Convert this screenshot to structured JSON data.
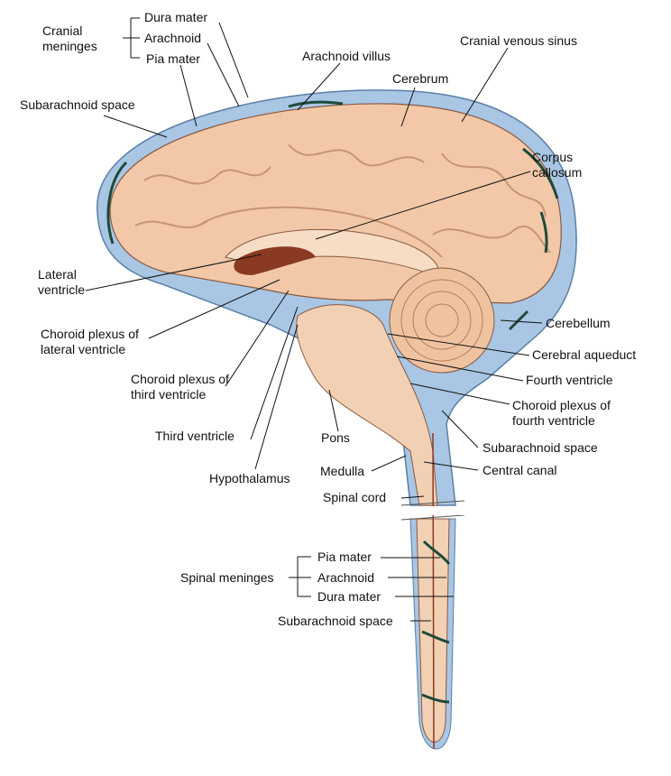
{
  "labels": {
    "cranial_meninges": "Cranial",
    "cranial_meninges_2": "meninges",
    "dura_mater_top": "Dura mater",
    "arachnoid_top": "Arachnoid",
    "pia_mater_top": "Pia mater",
    "subarachnoid_space_top": "Subarachnoid space",
    "arachnoid_villus": "Arachnoid villus",
    "cranial_venous_sinus": "Cranial venous sinus",
    "cerebrum": "Cerebrum",
    "corpus_callosum": "Corpus",
    "corpus_callosum_2": "callosum",
    "lateral_ventricle": "Lateral",
    "lateral_ventricle_2": "ventricle",
    "choroid_lateral": "Choroid plexus of",
    "choroid_lateral_2": "lateral ventricle",
    "choroid_third": "Choroid plexus of",
    "choroid_third_2": "third ventricle",
    "third_ventricle": "Third ventricle",
    "hypothalamus": "Hypothalamus",
    "pons": "Pons",
    "medulla": "Medulla",
    "spinal_cord": "Spinal cord",
    "cerebellum": "Cerebellum",
    "cerebral_aqueduct": "Cerebral aqueduct",
    "fourth_ventricle": "Fourth ventricle",
    "choroid_fourth": "Choroid plexus of",
    "choroid_fourth_2": "fourth ventricle",
    "subarachnoid_space_right": "Subarachnoid space",
    "central_canal": "Central canal",
    "spinal_meninges": "Spinal meninges",
    "pia_mater_spinal": "Pia mater",
    "arachnoid_spinal": "Arachnoid",
    "dura_mater_spinal": "Dura mater",
    "subarachnoid_space_spinal": "Subarachnoid space"
  },
  "colors": {
    "tissue": "#f2c8a8",
    "sinus": "#a9c6e4",
    "ventricle": "#8a3a20",
    "flow": "#1f4a3a"
  }
}
